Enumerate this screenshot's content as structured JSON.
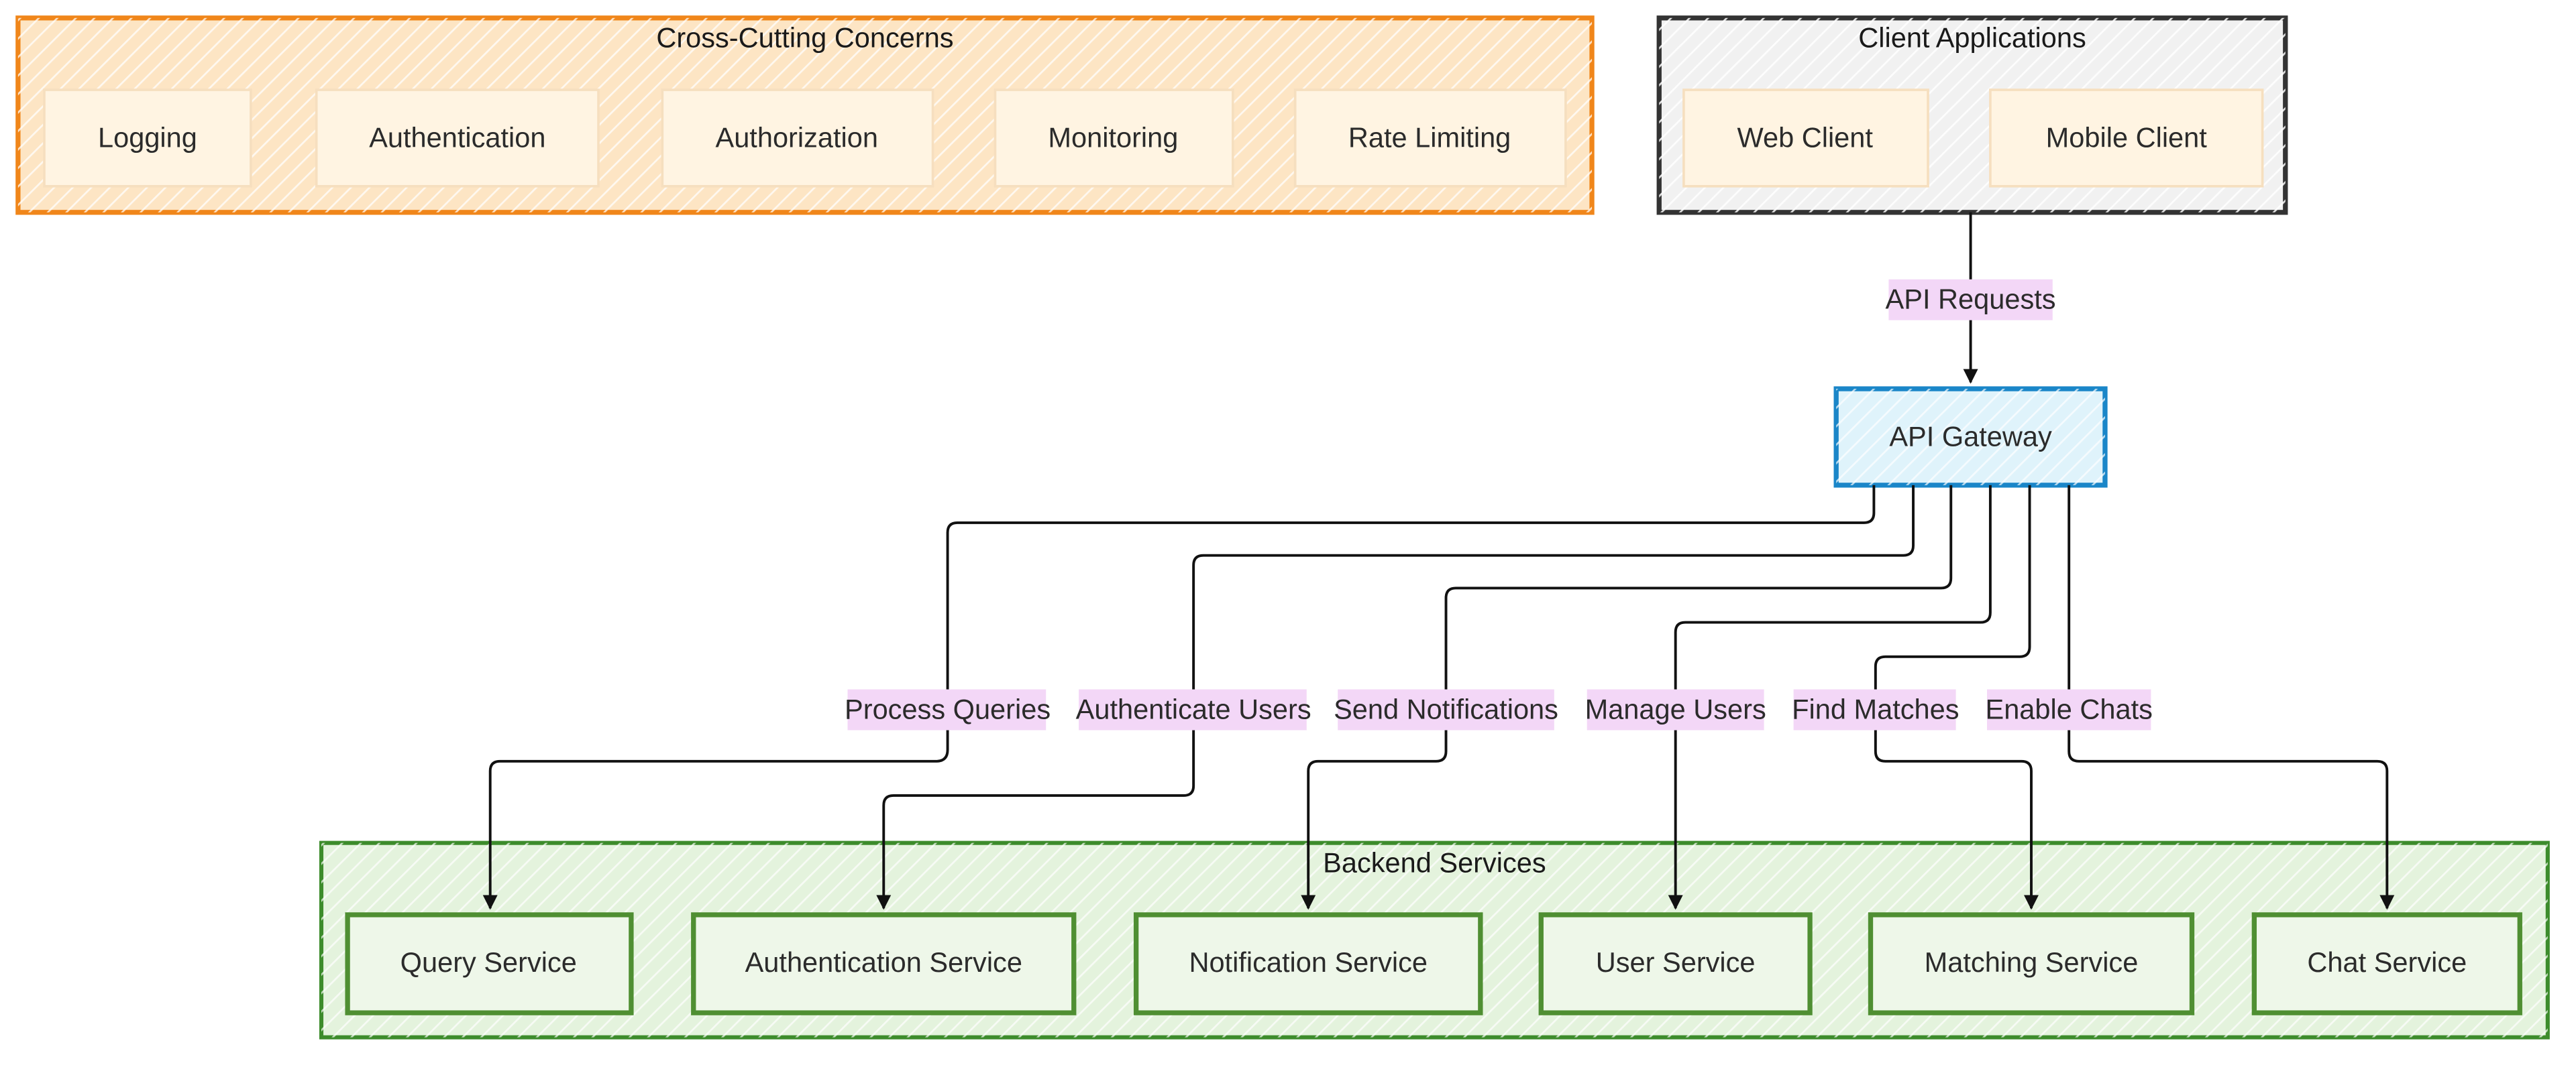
{
  "groups": {
    "cross_cutting": {
      "title": "Cross-Cutting Concerns",
      "stroke": "#f0861a",
      "fill": "#fde5c4",
      "items": [
        "Logging",
        "Authentication",
        "Authorization",
        "Monitoring",
        "Rate Limiting"
      ]
    },
    "clients": {
      "title": "Client Applications",
      "stroke": "#333333",
      "fill": "#f1f1f1",
      "items": [
        "Web Client",
        "Mobile Client"
      ]
    },
    "backend": {
      "title": "Backend Services",
      "stroke": "#3d8c2c",
      "fill": "#e4f3dd",
      "items": [
        "Query Service",
        "Authentication Service",
        "Notification Service",
        "User Service",
        "Matching Service",
        "Chat Service"
      ]
    }
  },
  "gateway": {
    "label": "API Gateway",
    "stroke": "#1a86c8",
    "fill": "#dff3fb"
  },
  "inner_box": {
    "stroke": "#f6dfbf",
    "fill": "#fff4e2"
  },
  "edges": {
    "client_to_gateway": "API Requests",
    "to_services": [
      "Process Queries",
      "Authenticate Users",
      "Send Notifications",
      "Manage Users",
      "Find Matches",
      "Enable Chats"
    ]
  },
  "colors": {
    "edge_label_bg": "#f3d7f7",
    "edge_stroke": "#111111"
  }
}
